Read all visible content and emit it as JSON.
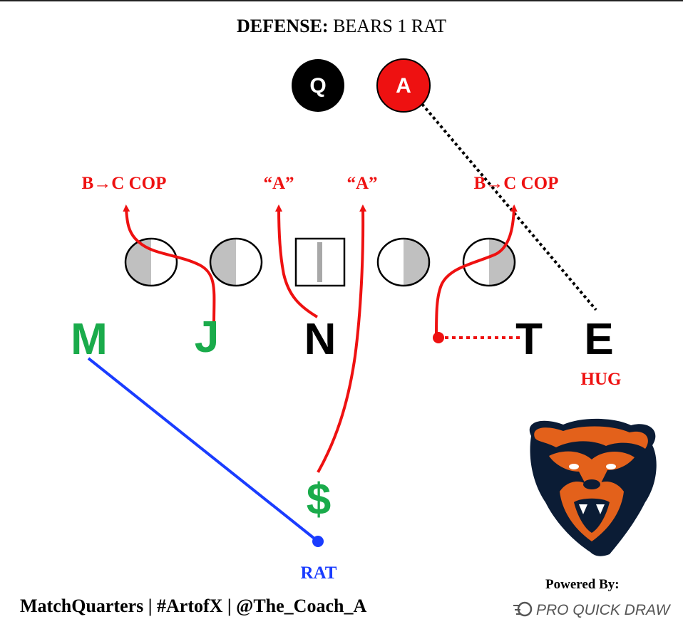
{
  "title": {
    "prefix": "DEFENSE:",
    "name": "BEARS 1 RAT"
  },
  "backs": [
    {
      "letter": "Q",
      "fill": "#000000"
    },
    {
      "letter": "A",
      "fill": "#ee1111"
    }
  ],
  "assignments": {
    "left_cop": "B→C COP",
    "a_left": "“A”",
    "a_right": "“A”",
    "right_cop": "B→C COP",
    "hug": "HUG",
    "rat": "RAT"
  },
  "defenders": {
    "M": "M",
    "J": "J",
    "N": "N",
    "T": "T",
    "E": "E",
    "S": "$"
  },
  "colors": {
    "route_red": "#ee1111",
    "defender_green": "#1aab4b",
    "rat_blue": "#1a3cff",
    "lineman_gray": "#c0c0c0",
    "bears_navy": "#0b1c35",
    "bears_orange": "#e3611b"
  },
  "footer": {
    "left": "MatchQuarters | #ArtofX | @The_Coach_A",
    "powered": "Powered By:",
    "brand": "PRO QUICK DRAW"
  },
  "icons": {
    "logo": "bears-logo",
    "brand_icon": "pro-quick-draw-icon"
  }
}
